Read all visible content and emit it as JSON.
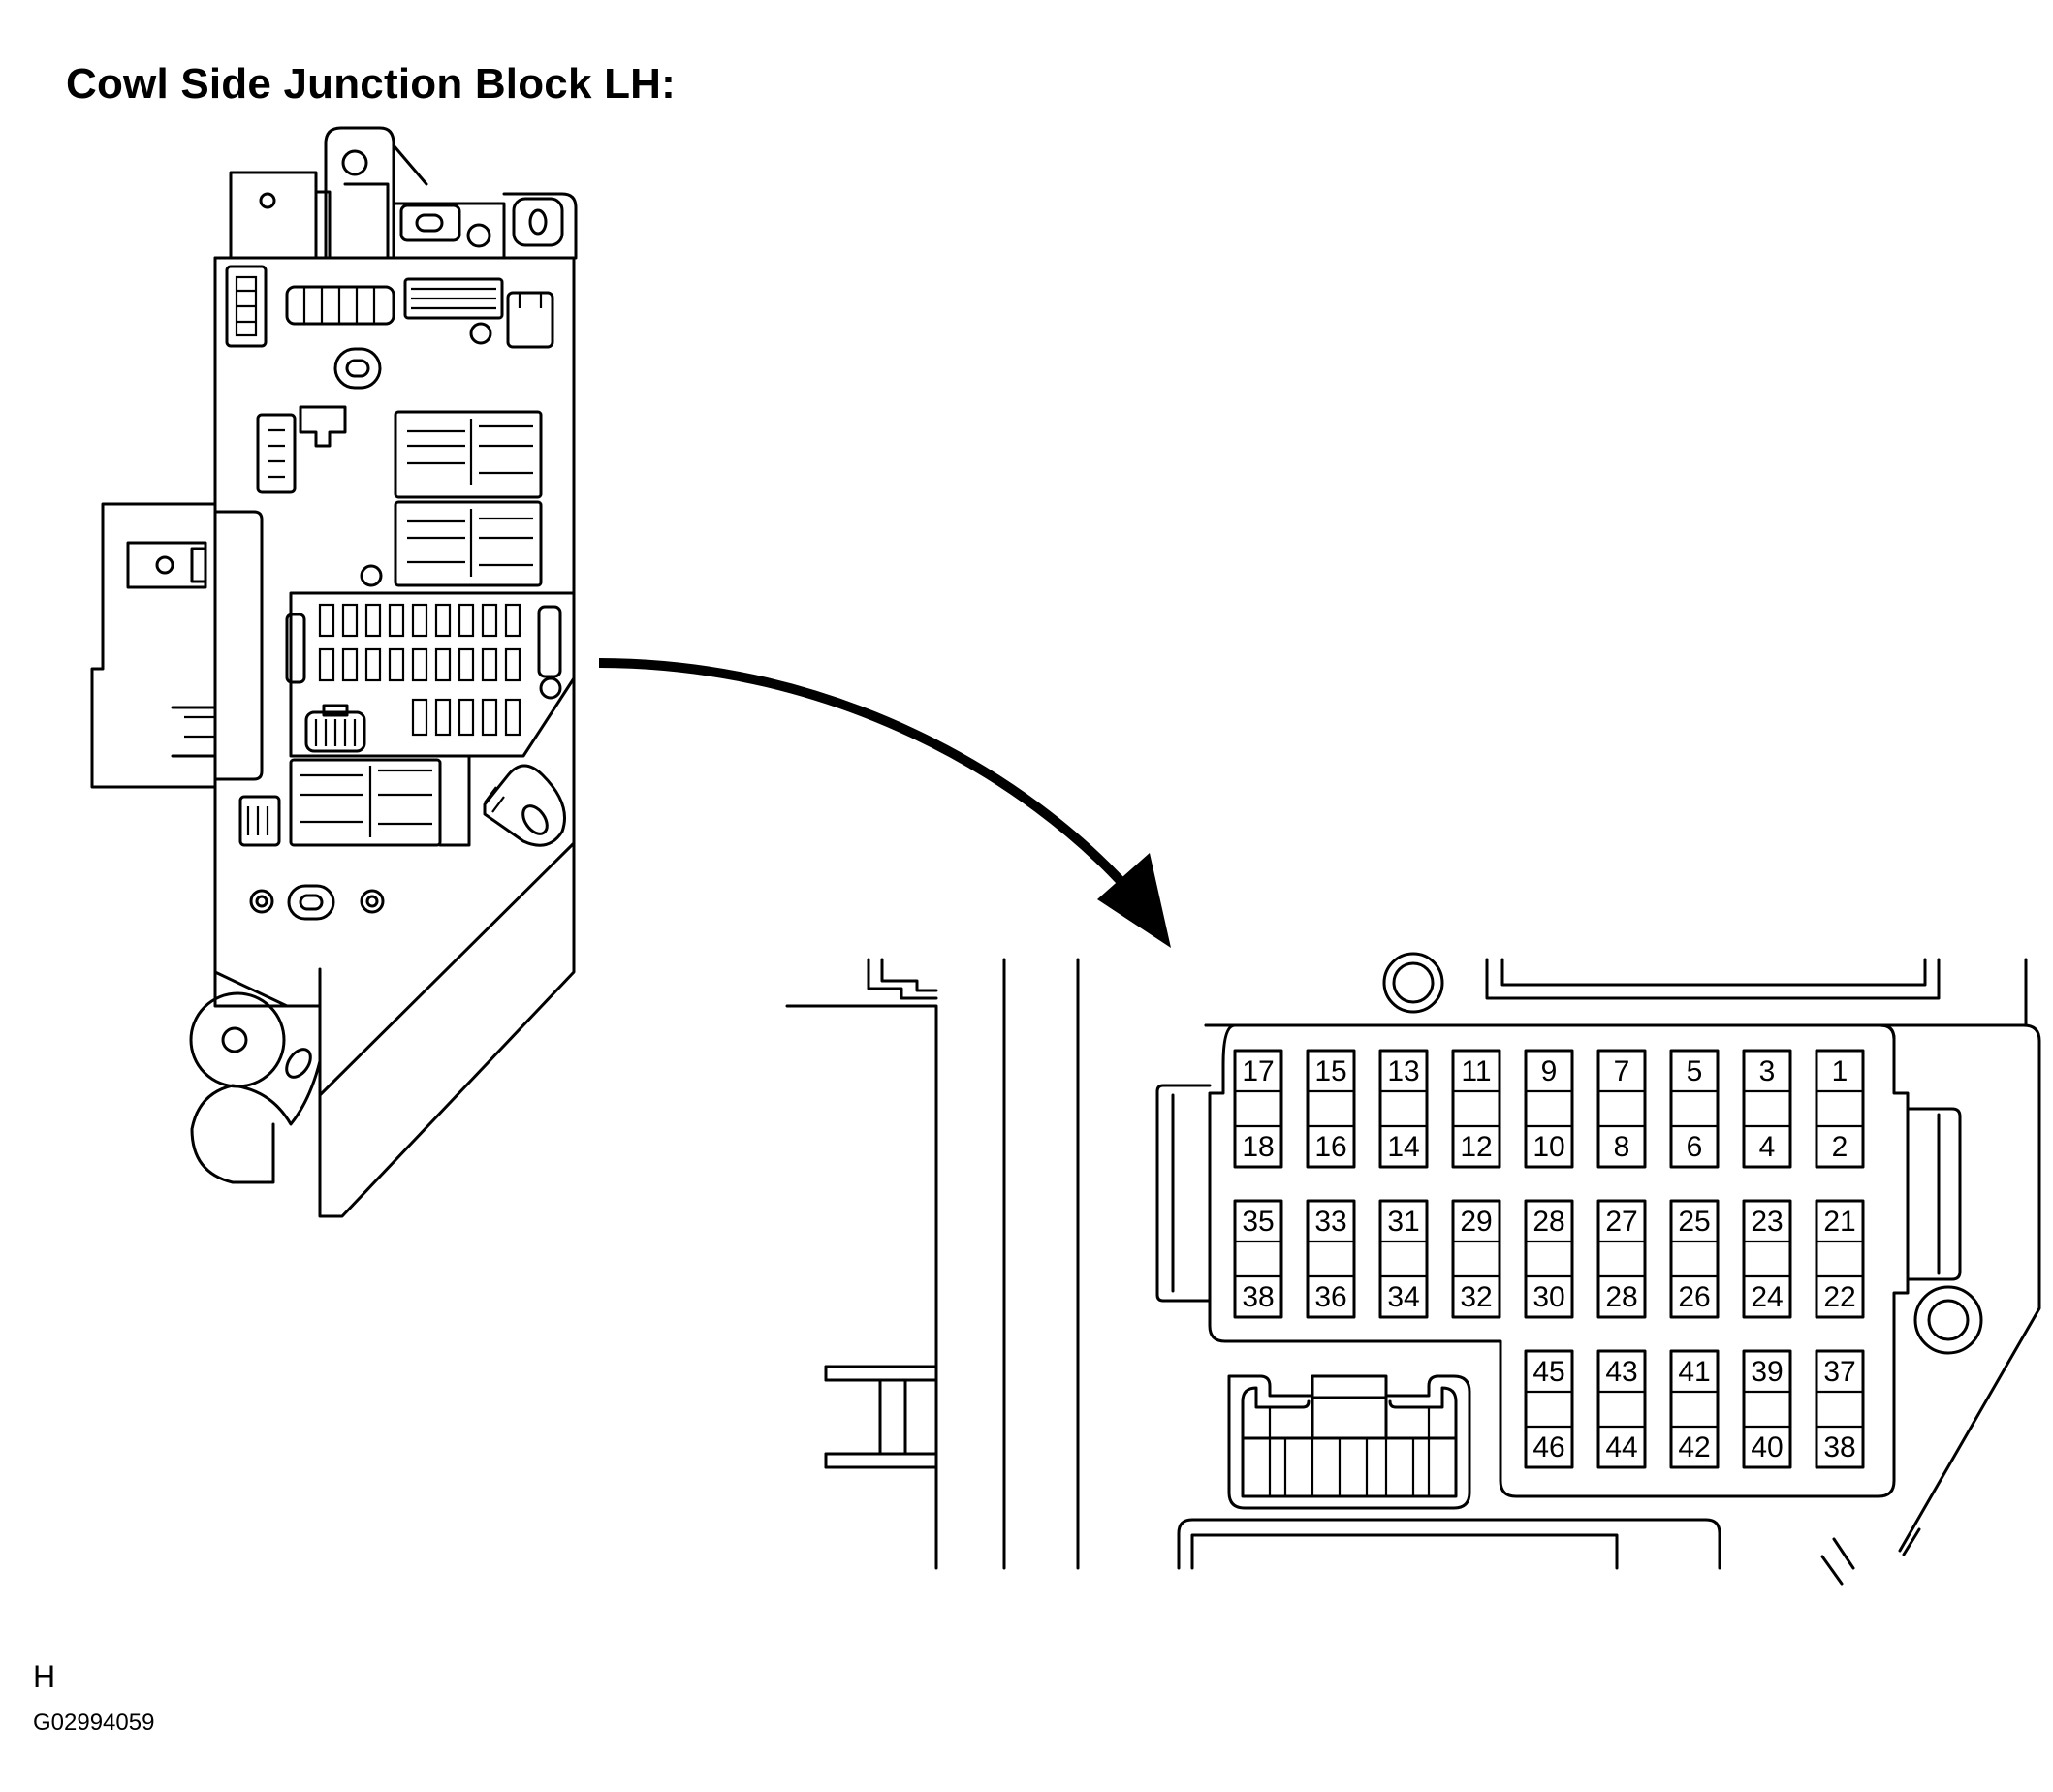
{
  "title": "Cowl Side Junction Block LH:",
  "footer": {
    "letter": "H",
    "code": "G02994059"
  },
  "fuse_pairs": [
    [
      "17",
      "18"
    ],
    [
      "15",
      "16"
    ],
    [
      "13",
      "14"
    ],
    [
      "11",
      "12"
    ],
    [
      "9",
      "10"
    ],
    [
      "7",
      "8"
    ],
    [
      "5",
      "6"
    ],
    [
      "3",
      "4"
    ],
    [
      "1",
      "2"
    ],
    [
      "35",
      "38"
    ],
    [
      "33",
      "36"
    ],
    [
      "31",
      "34"
    ],
    [
      "29",
      "32"
    ],
    [
      "28",
      "30"
    ],
    [
      "27",
      "28"
    ],
    [
      "25",
      "26"
    ],
    [
      "23",
      "24"
    ],
    [
      "21",
      "22"
    ],
    [
      "45",
      "46"
    ],
    [
      "43",
      "44"
    ],
    [
      "41",
      "42"
    ],
    [
      "39",
      "40"
    ],
    [
      "37",
      "38"
    ]
  ],
  "icons": [
    "junction-block-drawing",
    "callout-arrow",
    "fuse-block-detail"
  ]
}
